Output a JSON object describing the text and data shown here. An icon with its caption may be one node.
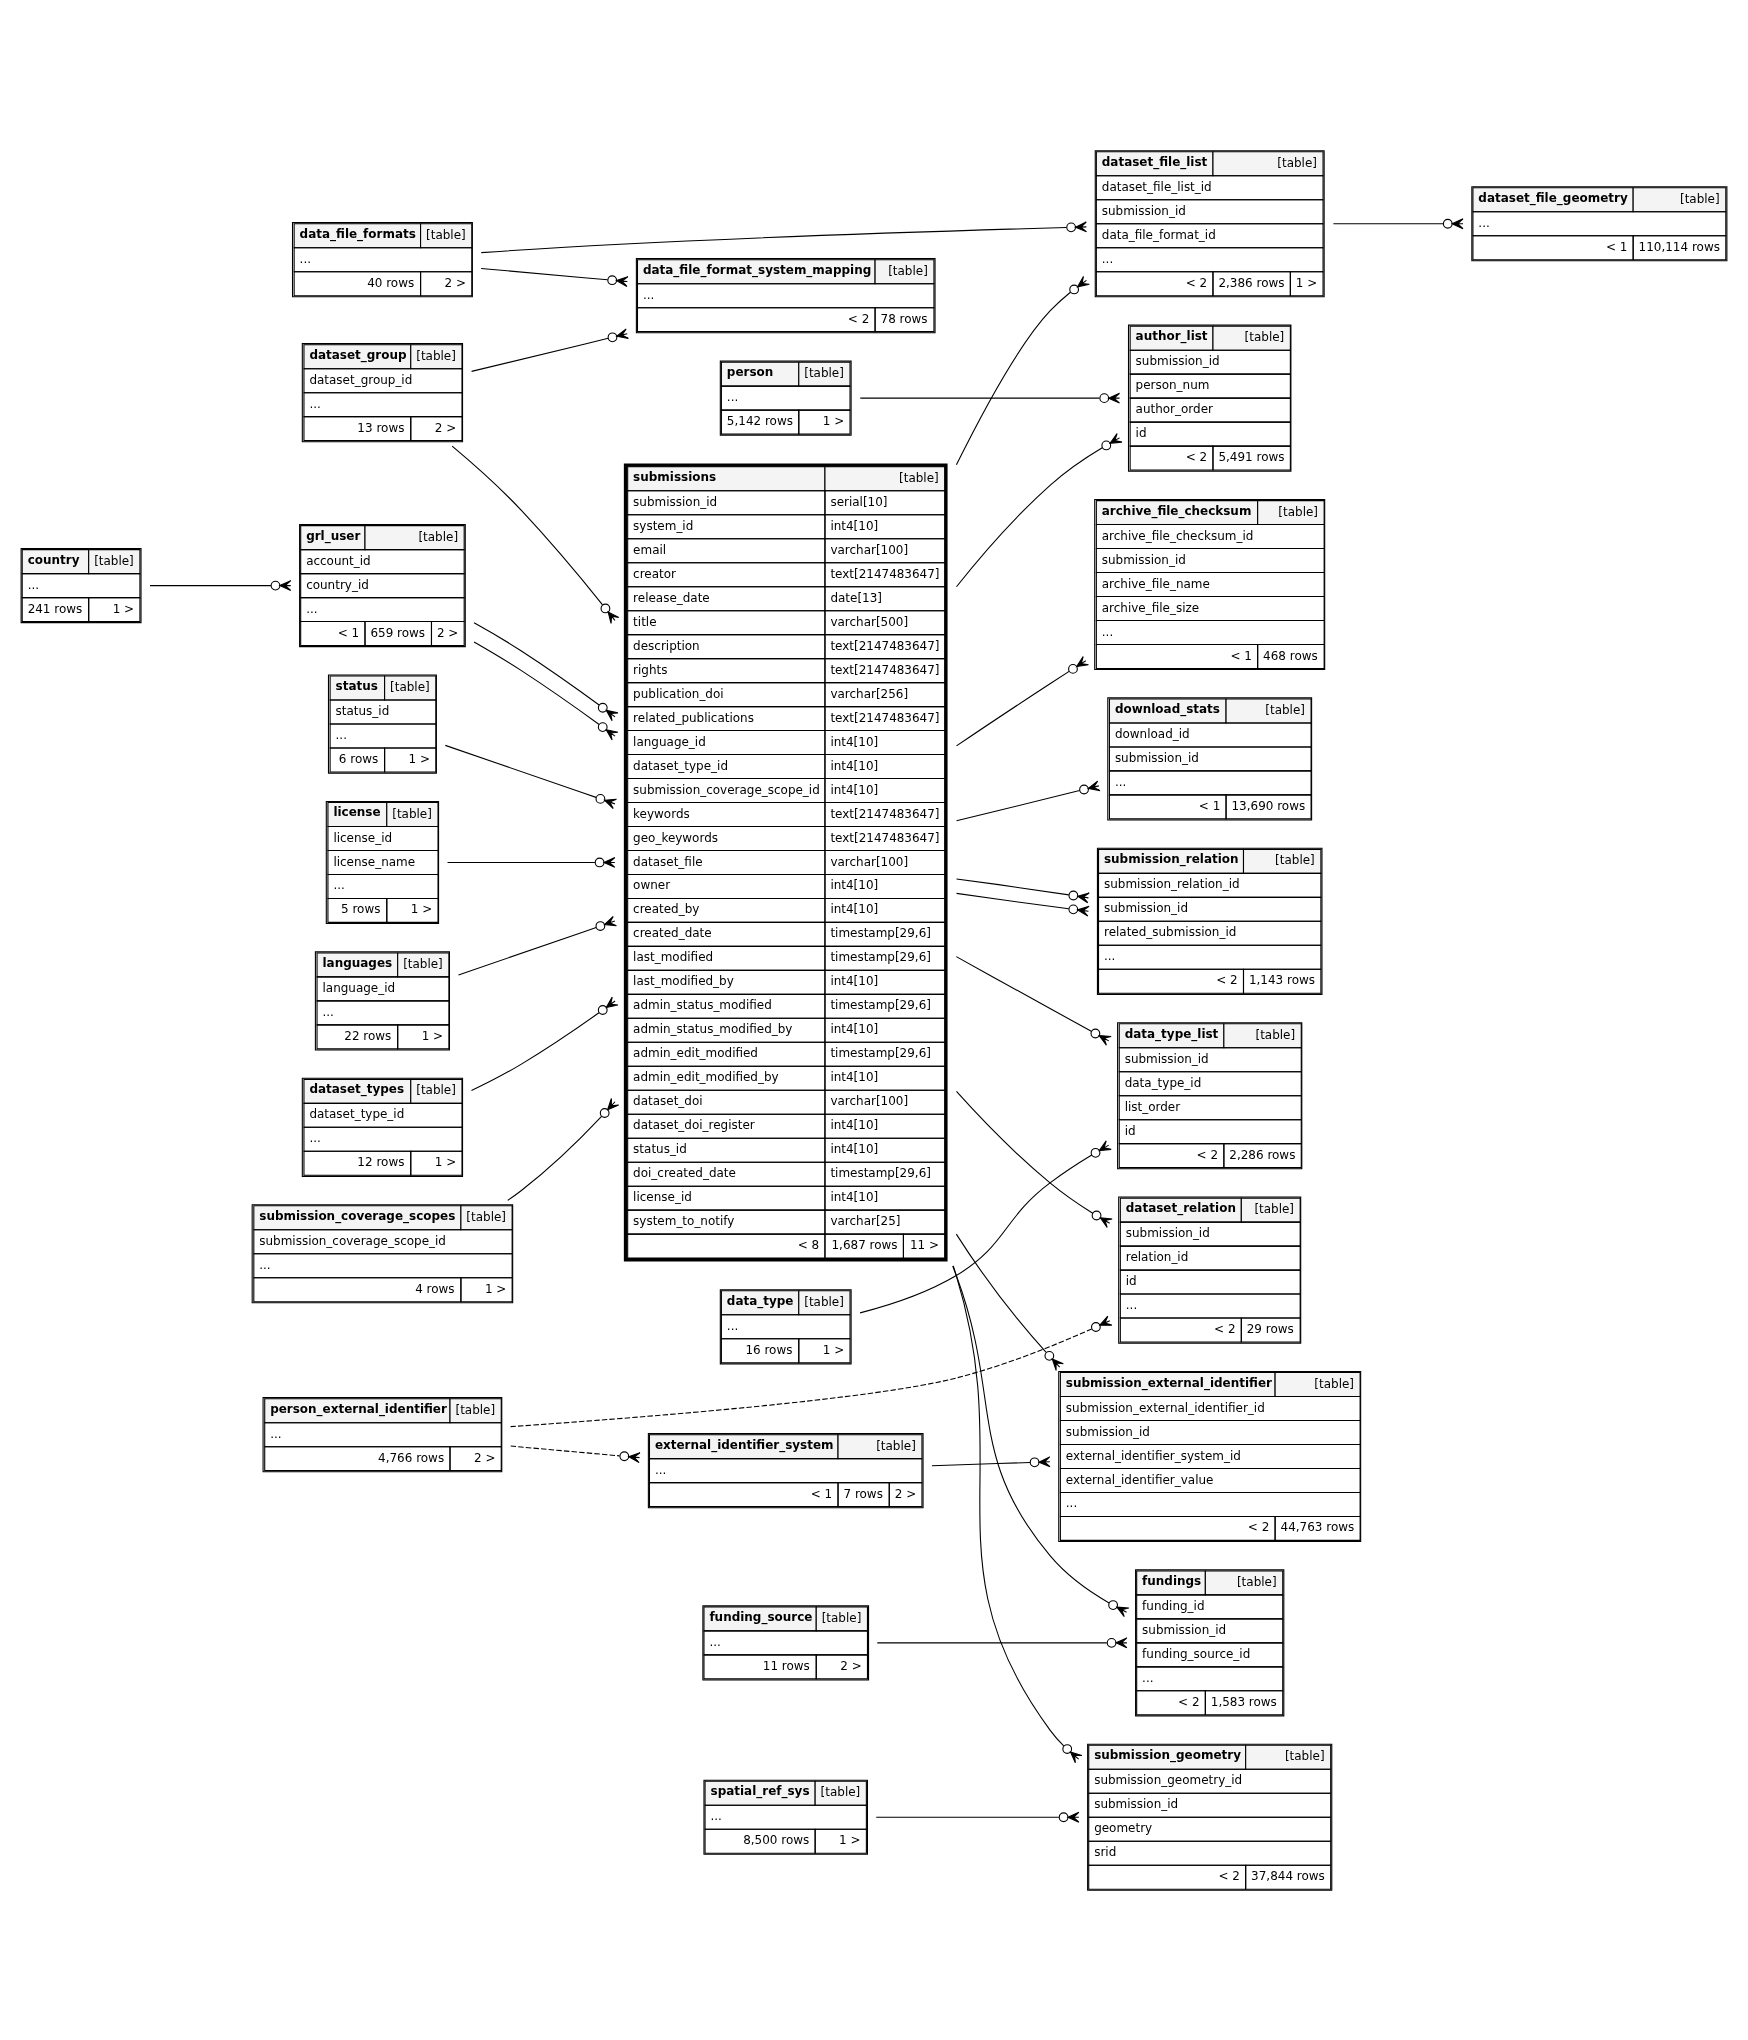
{
  "diagram": {
    "nodes": [
      {
        "text": [
          "data_file_format_system_mapping",
          "[table]",
          "...",
          "< 2",
          "78 rows"
        ]
      },
      {
        "text": [
          "data_file_formats",
          "[table]",
          "...",
          "40 rows",
          "2 >"
        ]
      },
      {
        "text": [
          "dataset_file_list",
          "[table]",
          "dataset_file_list_id",
          "submission_id",
          "data_file_format_id",
          "...",
          "< 2",
          "2,386 rows",
          "1 >"
        ]
      },
      {
        "text": [
          "dataset_file_geometry",
          "[table]",
          "...",
          "< 1",
          "110,114 rows"
        ]
      },
      {
        "text": [
          "dataset_group",
          "[table]",
          "dataset_group_id",
          "...",
          "13 rows",
          "2 >"
        ]
      },
      {
        "text": [
          "archive_file_checksum",
          "[table]",
          "archive_file_checksum_id",
          "submission_id",
          "archive_file_name",
          "archive_file_size",
          "...",
          "< 1",
          "468 rows"
        ]
      },
      {
        "text": [
          "submissions",
          "[table]",
          "submission_id",
          "serial[10]",
          "system_id",
          "int4[10]",
          "email",
          "varchar[100]",
          "creator",
          "text[2147483647]",
          "release_date",
          "date[13]",
          "title",
          "varchar[500]",
          "description",
          "text[2147483647]",
          "rights",
          "text[2147483647]",
          "publication_doi",
          "varchar[256]",
          "related_publications",
          "text[2147483647]",
          "language_id",
          "int4[10]",
          "dataset_type_id",
          "int4[10]",
          "submission_coverage_scope_id",
          "int4[10]",
          "keywords",
          "text[2147483647]",
          "geo_keywords",
          "text[2147483647]",
          "dataset_file",
          "varchar[100]",
          "owner",
          "int4[10]",
          "created_by",
          "int4[10]",
          "created_date",
          "timestamp[29,6]",
          "last_modified",
          "timestamp[29,6]",
          "last_modified_by",
          "int4[10]",
          "admin_status_modified",
          "timestamp[29,6]",
          "admin_status_modified_by",
          "int4[10]",
          "admin_edit_modified",
          "timestamp[29,6]",
          "admin_edit_modified_by",
          "int4[10]",
          "dataset_doi",
          "varchar[100]",
          "dataset_doi_register",
          "int4[10]",
          "status_id",
          "int4[10]",
          "doi_created_date",
          "timestamp[29,6]",
          "license_id",
          "int4[10]",
          "system_to_notify",
          "varchar[25]",
          "< 8",
          "1,687 rows",
          "11 >"
        ]
      },
      {
        "text": [
          "download_stats",
          "[table]",
          "download_id",
          "submission_id",
          "...",
          "< 1",
          "13,690 rows"
        ]
      },
      {
        "text": [
          "languages",
          "[table]",
          "language_id",
          "...",
          "22 rows",
          "1 >"
        ]
      },
      {
        "text": [
          "dataset_types",
          "[table]",
          "dataset_type_id",
          "...",
          "12 rows",
          "1 >"
        ]
      },
      {
        "text": [
          "submission_relation",
          "[table]",
          "submission_relation_id",
          "submission_id",
          "related_submission_id",
          "...",
          "< 2",
          "1,143 rows"
        ]
      },
      {
        "text": [
          "submission_coverage_scopes",
          "[table]",
          "submission_coverage_scope_id",
          "...",
          "4 rows",
          "1 >"
        ]
      },
      {
        "text": [
          "author_list",
          "[table]",
          "submission_id",
          "person_num",
          "author_order",
          "id",
          "< 2",
          "5,491 rows"
        ]
      },
      {
        "text": [
          "grl_user",
          "[table]",
          "account_id",
          "country_id",
          "...",
          "< 1",
          "659 rows",
          "2 >"
        ]
      },
      {
        "text": [
          "country",
          "[table]",
          "...",
          "241 rows",
          "1 >"
        ]
      },
      {
        "text": [
          "data_type_list",
          "[table]",
          "submission_id",
          "data_type_id",
          "list_order",
          "id",
          "< 2",
          "2,286 rows"
        ]
      },
      {
        "text": [
          "submission_external_identifier",
          "[table]",
          "submission_external_identifier_id",
          "submission_id",
          "external_identifier_system_id",
          "external_identifier_value",
          "...",
          "< 2",
          "44,763 rows"
        ]
      },
      {
        "text": [
          "status",
          "[table]",
          "status_id",
          "...",
          "6 rows",
          "1 >"
        ]
      },
      {
        "text": [
          "fundings",
          "[table]",
          "funding_id",
          "submission_id",
          "funding_source_id",
          "...",
          "< 2",
          "1,583 rows"
        ]
      },
      {
        "text": [
          "license",
          "[table]",
          "license_id",
          "license_name",
          "...",
          "5 rows",
          "1 >"
        ]
      },
      {
        "text": [
          "person",
          "[table]",
          "...",
          "5,142 rows",
          "1 >"
        ]
      },
      {
        "text": [
          "submission_geometry",
          "[table]",
          "submission_geometry_id",
          "submission_id",
          "geometry",
          "srid",
          "< 2",
          "37,844 rows"
        ]
      },
      {
        "text": [
          "data_type",
          "[table]",
          "...",
          "16 rows",
          "1 >"
        ]
      },
      {
        "text": [
          "funding_source",
          "[table]",
          "...",
          "11 rows",
          "2 >"
        ]
      },
      {
        "text": [
          "dataset_relation",
          "[table]",
          "submission_id",
          "relation_id",
          "id",
          "...",
          "< 2",
          "29 rows"
        ]
      },
      {
        "text": [
          "spatial_ref_sys",
          "[table]",
          "...",
          "8,500 rows",
          "1 >"
        ]
      },
      {
        "text": [
          "person_external_identifier",
          "[table]",
          "...",
          "4,766 rows",
          "2 >"
        ]
      },
      {
        "text": [
          "external_identifier_system",
          "[table]",
          "...",
          "< 1",
          "7 rows",
          "2 >"
        ]
      }
    ],
    "edges": [
      {
        "from": 4,
        "to": 0,
        "arrow": "other"
      },
      {
        "from": 1,
        "to": 0,
        "arrow": "other"
      },
      {
        "from": 1,
        "to": 2,
        "arrow": "other"
      },
      {
        "from": 6,
        "to": 2,
        "arrow": "other"
      },
      {
        "from": 2,
        "to": 3,
        "arrow": "other"
      },
      {
        "from": 4,
        "to": 6,
        "arrow": "other"
      },
      {
        "from": 6,
        "to": 5,
        "arrow": "other"
      },
      {
        "from": 6,
        "to": 7,
        "arrow": "other"
      },
      {
        "from": 6,
        "to": 10,
        "arrow": "other"
      },
      {
        "from": 6,
        "to": 10,
        "arrow": "other"
      },
      {
        "from": 6,
        "to": 12,
        "arrow": "other"
      },
      {
        "from": 6,
        "to": 15,
        "arrow": "other"
      },
      {
        "from": 6,
        "to": 18,
        "arrow": "other"
      },
      {
        "from": 6,
        "to": 21,
        "arrow": "other"
      },
      {
        "from": 6,
        "to": 24,
        "arrow": "other"
      },
      {
        "from": 6,
        "to": 16,
        "arrow": "other"
      },
      {
        "from": 8,
        "to": 6,
        "arrow": "other"
      },
      {
        "from": 9,
        "to": 6,
        "arrow": "other"
      },
      {
        "from": 11,
        "to": 6,
        "arrow": "other"
      },
      {
        "from": 13,
        "to": 6,
        "arrow": "other"
      },
      {
        "from": 13,
        "to": 6,
        "arrow": "other"
      },
      {
        "from": 14,
        "to": 13,
        "arrow": "other"
      },
      {
        "from": 17,
        "to": 6,
        "arrow": "other"
      },
      {
        "from": 19,
        "to": 6,
        "arrow": "other"
      },
      {
        "from": 20,
        "to": 12,
        "arrow": "other"
      },
      {
        "from": 22,
        "to": 15,
        "arrow": "other"
      },
      {
        "from": 23,
        "to": 18,
        "arrow": "other"
      },
      {
        "from": 25,
        "to": 21,
        "arrow": "other"
      },
      {
        "from": 26,
        "to": 24,
        "arrow": "other",
        "style": "dashed"
      },
      {
        "from": 26,
        "to": 27,
        "arrow": "other",
        "style": "dashed"
      },
      {
        "from": 27,
        "to": 16,
        "arrow": "other"
      }
    ]
  }
}
